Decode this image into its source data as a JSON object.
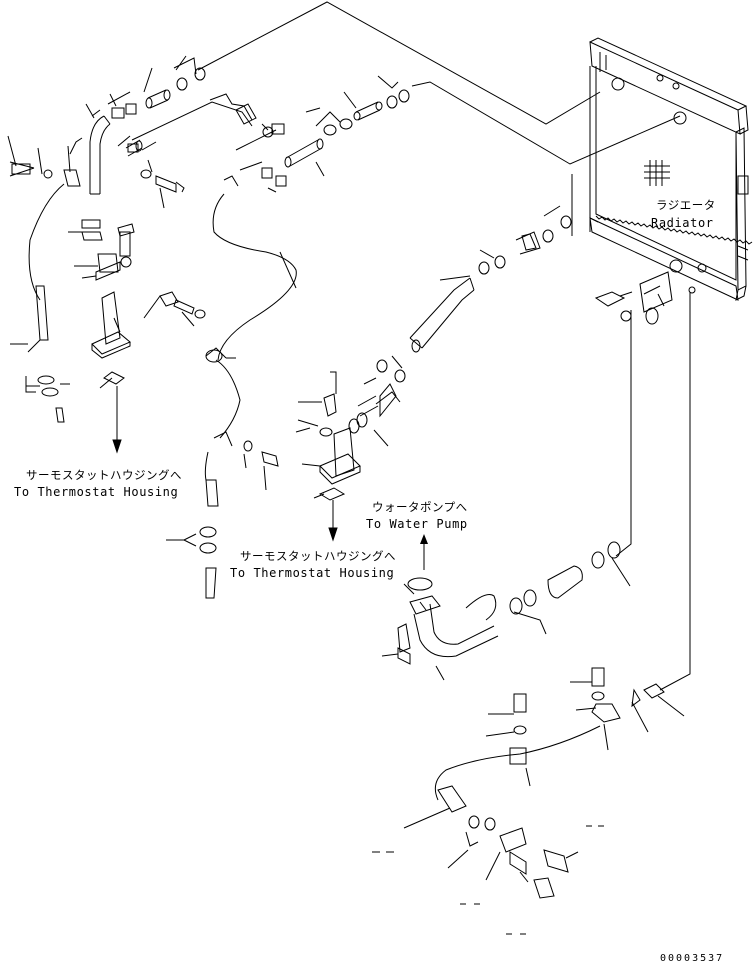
{
  "labels": {
    "radiator_jp": "ラジエータ",
    "radiator_en": "Radiator",
    "thermostat_left_jp": "サーモスタットハウジングへ",
    "thermostat_left_en": "To Thermostat Housing",
    "thermostat_center_jp": "サーモスタットハウジングへ",
    "thermostat_center_en": "To Thermostat Housing",
    "water_pump_jp": "ウォータポンプへ",
    "water_pump_en": "To Water Pump",
    "drawing_number": "00003537"
  },
  "colors": {
    "line": "#000000",
    "background": "#ffffff"
  }
}
